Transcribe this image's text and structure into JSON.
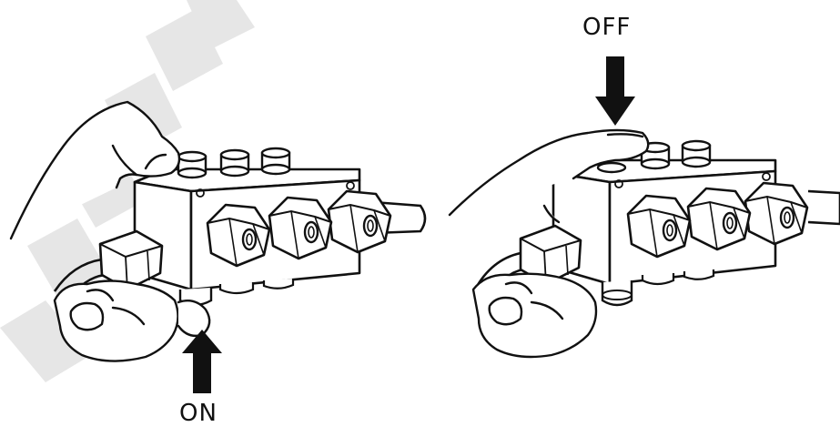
{
  "labels": {
    "off": "OFF",
    "on": "ON"
  },
  "watermark": {
    "text": "DOMIN"
  },
  "colors": {
    "line": "#111111",
    "fill": "#ffffff",
    "arrow": "#111111",
    "watermark": "#e3e3e3"
  }
}
